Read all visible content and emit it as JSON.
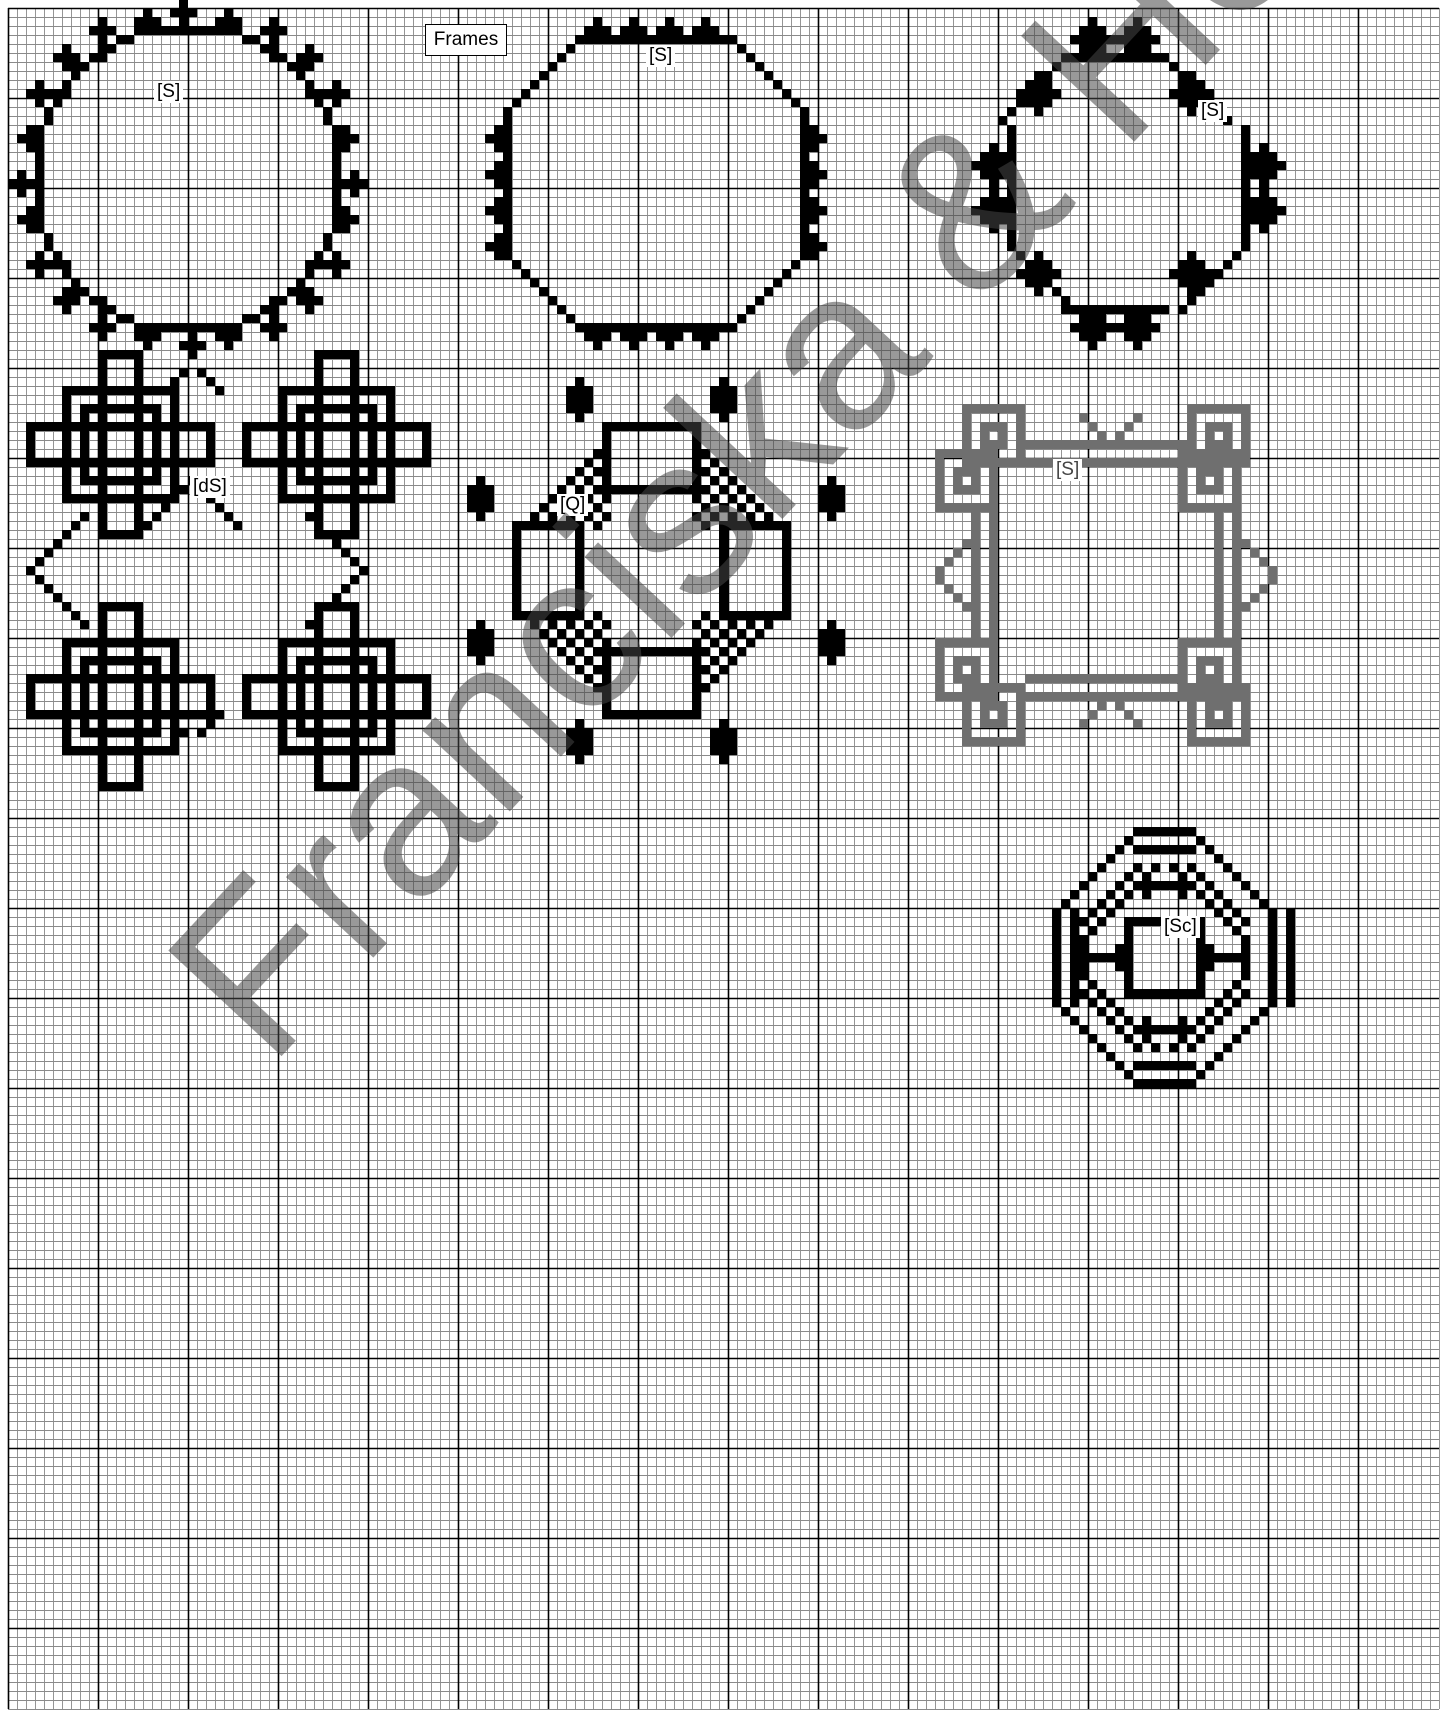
{
  "title": "Frames",
  "watermark": "Franciska & Helen",
  "colors": {
    "ink": "#000000",
    "ink_grey": "#6f6f6f",
    "grid": "#8a8a8a",
    "grid_major": "#000000",
    "background": "#ffffff"
  },
  "frames": [
    {
      "id": "round-frame-dots",
      "label": "[S]"
    },
    {
      "id": "octagon-frame-triangles",
      "label": "[S]"
    },
    {
      "id": "octagon-frame-flowers",
      "label": "[S]"
    },
    {
      "id": "knot-frame",
      "label": "[dS]"
    },
    {
      "id": "cross-frame-checkered",
      "label": "[Q]"
    },
    {
      "id": "knot-frame-grey",
      "label": "[S]"
    },
    {
      "id": "small-octagon-frame",
      "label": "[Sc]"
    }
  ]
}
